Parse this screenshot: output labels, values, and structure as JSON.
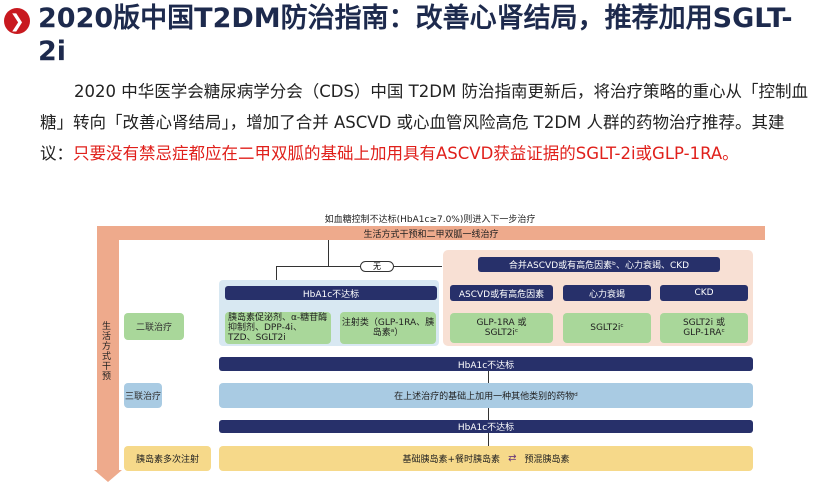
{
  "header": {
    "icon": "chevron-right-icon",
    "title": "2020版中国T2DM防治指南：改善心肾结局，推荐加用SGLT-2i"
  },
  "body": {
    "intro": "2020 中华医学会糖尿病学分会（CDS）中国 T2DM 防治指南更新后，将治疗策略的重心从「控制血糖」转向「改善心肾结局」，增加了合并 ASCVD 或心血管风险高危 T2DM 人群的药物治疗推荐。其建议：",
    "highlight": "只要没有禁忌症都应在二甲双胍的基础上加用具有ASCVD获益证据的SGLT-2i或GLP-1RA。"
  },
  "flow": {
    "top_note": "如血糖控制不达标(HbA1c≥7.0%)则进入下一步治疗",
    "first_line": "生活方式干预和二甲双胍一线治疗",
    "lifestyle": "生活方式干预",
    "no_label": "无",
    "dual_label": "二联治疗",
    "hba1c_fail": "HbA1c不达标",
    "oral": "胰岛素促泌剂、α-糖苷酶抑制剂、DPP-4i、TZD、SGLT2i",
    "inject": "注射类（GLP-1RA、胰岛素ᵃ）",
    "comorb": "合并ASCVD或有高危因素ᵇ、心力衰竭、CKD",
    "branches": [
      {
        "head": "ASCVD或有高危因素",
        "rec": "GLP-1RA 或SGLT2iᶜ"
      },
      {
        "head": "心力衰竭",
        "rec": "SGLT2iᶜ"
      },
      {
        "head": "CKD",
        "rec": "SGLT2i 或GLP-1RAᶜ"
      }
    ],
    "triple_label": "三联治疗",
    "triple_text": "在上述治疗的基础上加用一种其他类别的药物ᵈ",
    "insulin_label": "胰岛素多次注射",
    "basal_bolus": "基础胰岛素+餐时胰岛素",
    "premix": "预混胰岛素"
  },
  "colors": {
    "accent": "#e0201b",
    "navy": "#27306a",
    "green": "#a9d79a",
    "orange": "#eeaa8c"
  }
}
